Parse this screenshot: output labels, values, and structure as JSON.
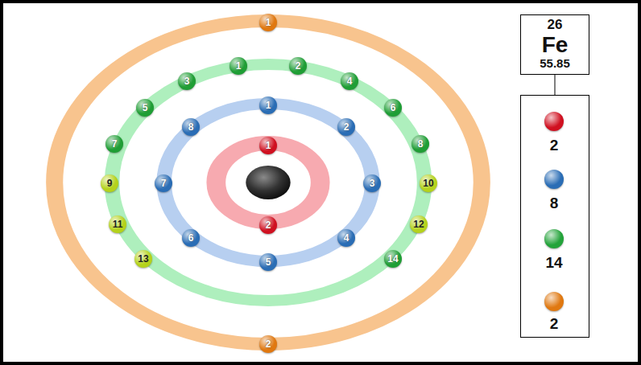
{
  "diagram": {
    "nodes": [
      {
        "text": [
          "26",
          "Fe",
          "55.85"
        ]
      },
      {
        "text": [
          "1"
        ]
      },
      {
        "text": [
          "2"
        ]
      },
      {
        "text": [
          "1"
        ]
      },
      {
        "text": [
          "2"
        ]
      },
      {
        "text": [
          "3"
        ]
      },
      {
        "text": [
          "4"
        ]
      },
      {
        "text": [
          "5"
        ]
      },
      {
        "text": [
          "6"
        ]
      },
      {
        "text": [
          "7"
        ]
      },
      {
        "text": [
          "8"
        ]
      },
      {
        "text": [
          "1"
        ]
      },
      {
        "text": [
          "2"
        ]
      },
      {
        "text": [
          "3"
        ]
      },
      {
        "text": [
          "4"
        ]
      },
      {
        "text": [
          "5"
        ]
      },
      {
        "text": [
          "6"
        ]
      },
      {
        "text": [
          "7"
        ]
      },
      {
        "text": [
          "8"
        ]
      },
      {
        "text": [
          "9"
        ]
      },
      {
        "text": [
          "10"
        ]
      },
      {
        "text": [
          "11"
        ]
      },
      {
        "text": [
          "12"
        ]
      },
      {
        "text": [
          "13"
        ]
      },
      {
        "text": [
          "14"
        ]
      },
      {
        "text": [
          "1"
        ]
      },
      {
        "text": [
          "2"
        ]
      }
    ],
    "legend": [
      {
        "text": "2",
        "color": "#d01020"
      },
      {
        "text": "8",
        "color": "#2a6db5"
      },
      {
        "text": "14",
        "color": "#23a33a"
      },
      {
        "text": "2",
        "color": "#e07810"
      }
    ]
  }
}
